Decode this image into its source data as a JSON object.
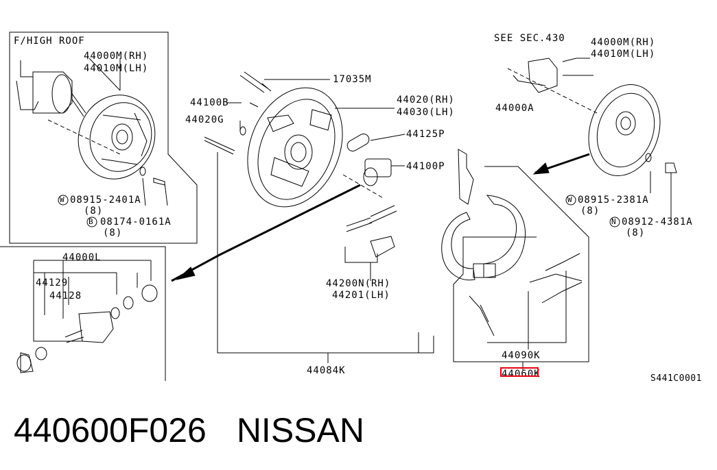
{
  "labels": {
    "high_roof": "F/HIGH ROOF",
    "l_44000m_rh": "44000M(RH)",
    "l_44010m_lh": "44010M(LH)",
    "w_08915_2401a": "08915-2401A",
    "w_08915_2401a_qty": "(8)",
    "b_08174_0161a": "08174-0161A",
    "b_08174_0161a_qty": "(8)",
    "p17035m": "17035M",
    "p44100b": "44100B",
    "p44020g": "44020G",
    "p44020_rh": "44020(RH)",
    "p44030_lh": "44030(LH)",
    "p44125p": "44125P",
    "p44100p": "44100P",
    "p44200n_rh": "44200N(RH)",
    "p44201_lh": "44201(LH)",
    "p44084k": "44084K",
    "p44000l": "44000L",
    "p44129": "44129",
    "p44128": "44128",
    "see_sec": "SEE SEC.430",
    "r_44000m_rh": "44000M(RH)",
    "r_44010m_lh": "44010M(LH)",
    "p44000a": "44000A",
    "w_08915_2381a": "08915-2381A",
    "w_08915_2381a_qty": "(8)",
    "n_08912_4381a": "08912-4381A",
    "n_08912_4381a_qty": "(8)",
    "p44090k": "44090K",
    "p44060k": "44060K",
    "code": "S441C0001"
  },
  "markers": {
    "w": "W",
    "b": "B",
    "n": "N"
  },
  "caption": {
    "part_number": "440600F026",
    "brand": "NISSAN"
  },
  "highlight_color": "#e8000a"
}
